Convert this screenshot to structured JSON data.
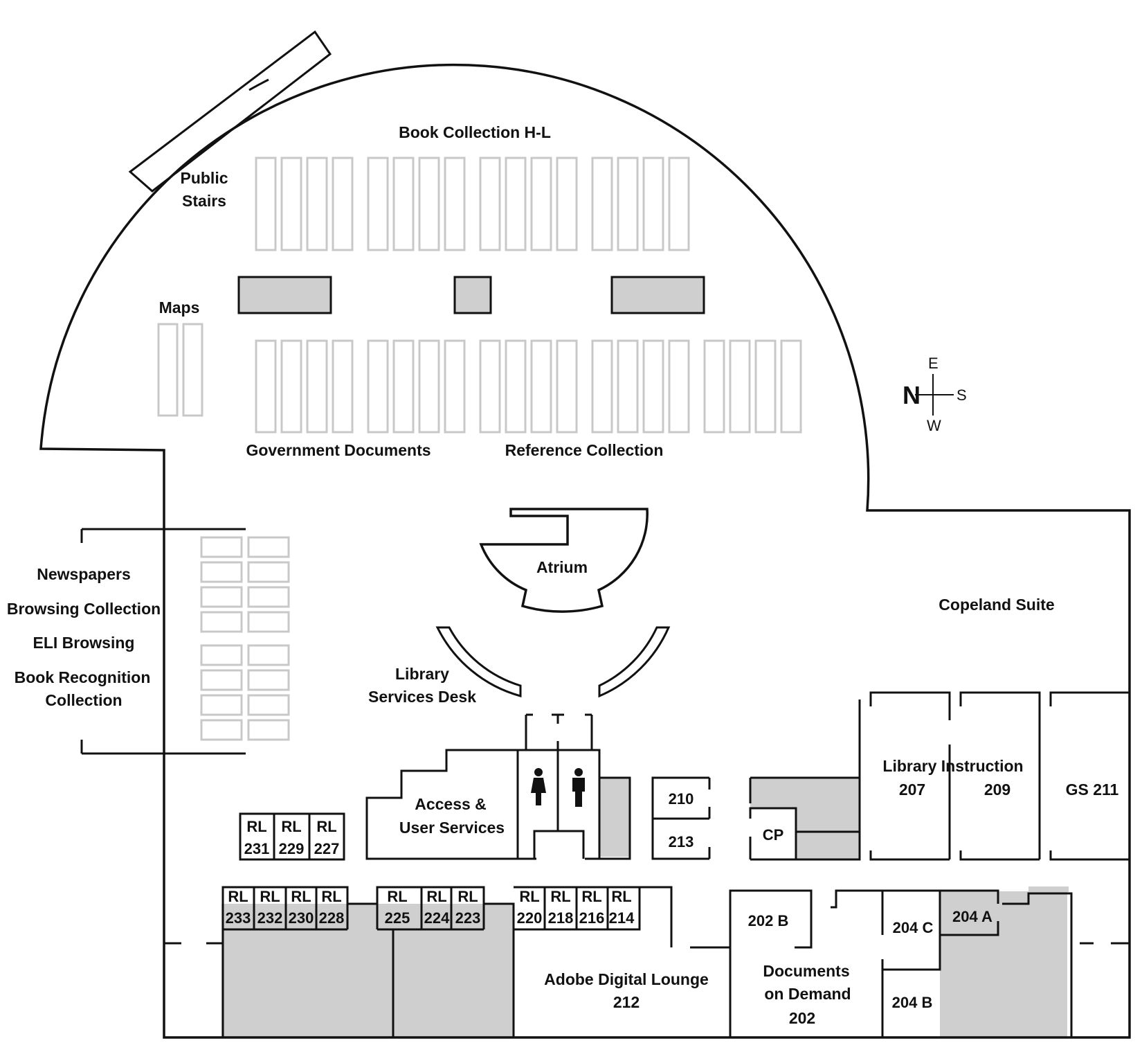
{
  "areas": {
    "book_collection": "Book Collection H-L",
    "public_stairs": [
      "Public",
      "Stairs"
    ],
    "maps": "Maps",
    "government_documents": "Government Documents",
    "reference_collection": "Reference Collection",
    "atrium": "Atrium",
    "library_services_desk": [
      "Library",
      "Services Desk"
    ],
    "copeland_suite": "Copeland Suite",
    "newspapers": "Newspapers",
    "browsing_collection": "Browsing Collection",
    "eli_browsing": "ELI Browsing",
    "book_recognition": [
      "Book Recognition",
      "Collection"
    ],
    "access_user_services": [
      "Access &",
      "User Services"
    ],
    "library_instruction": [
      "Library Instruction",
      "207"
    ],
    "room_209": "209",
    "gs_211": "GS 211",
    "adobe_lounge": [
      "Adobe Digital Lounge",
      "212"
    ],
    "documents_on_demand": [
      "Documents",
      "on Demand",
      "202"
    ]
  },
  "rooms": {
    "r210": "210",
    "r213": "213",
    "cp": "CP",
    "r202b": "202 B",
    "r204c": "204 C",
    "r204a": "204 A",
    "r204b": "204 B"
  },
  "rl_prefix": "RL",
  "rl_rooms_upper": [
    "231",
    "229",
    "227"
  ],
  "rl_rooms_lower": [
    "233",
    "232",
    "230",
    "228",
    "225",
    "224",
    "223",
    "220",
    "218",
    "216",
    "214"
  ],
  "compass": {
    "north": "N",
    "east": "E",
    "south": "S",
    "west": "W"
  },
  "colors": {
    "wall": "#111111",
    "shelf": "#c8c8c8",
    "shaded": "#cfcfcf"
  }
}
